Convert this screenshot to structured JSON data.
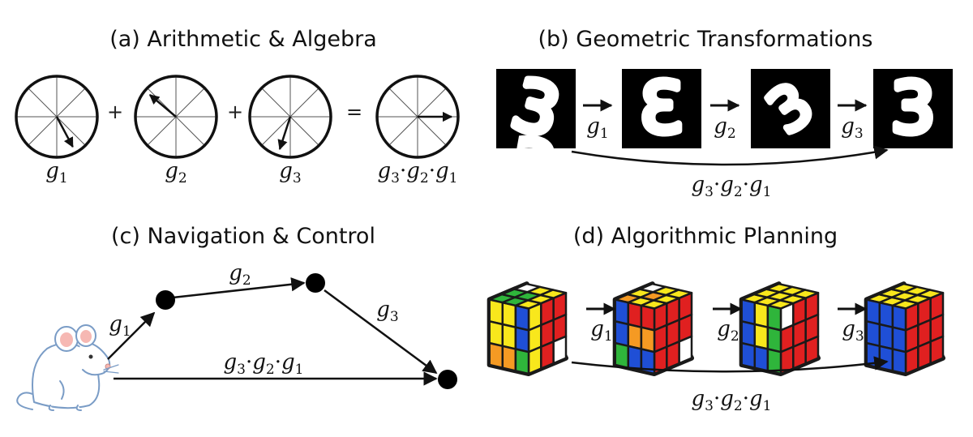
{
  "panels": {
    "a": {
      "title": "(a) Arithmetic & Algebra",
      "ops": [
        "+",
        "+",
        "="
      ],
      "labels": [
        {
          "base": "g",
          "sub": "1"
        },
        {
          "base": "g",
          "sub": "2"
        },
        {
          "base": "g",
          "sub": "3"
        }
      ],
      "result": [
        {
          "base": "g",
          "sub": "3"
        },
        {
          "base": "g",
          "sub": "2"
        },
        {
          "base": "g",
          "sub": "1"
        }
      ]
    },
    "b": {
      "title": "(b) Geometric Transformations",
      "digit": "3",
      "steps": [
        {
          "base": "g",
          "sub": "1"
        },
        {
          "base": "g",
          "sub": "2"
        },
        {
          "base": "g",
          "sub": "3"
        }
      ],
      "composite": [
        {
          "base": "g",
          "sub": "3"
        },
        {
          "base": "g",
          "sub": "2"
        },
        {
          "base": "g",
          "sub": "1"
        }
      ]
    },
    "c": {
      "title": "(c) Navigation & Control",
      "steps": [
        {
          "base": "g",
          "sub": "1"
        },
        {
          "base": "g",
          "sub": "2"
        },
        {
          "base": "g",
          "sub": "3"
        }
      ],
      "composite": [
        {
          "base": "g",
          "sub": "3"
        },
        {
          "base": "g",
          "sub": "2"
        },
        {
          "base": "g",
          "sub": "1"
        }
      ]
    },
    "d": {
      "title": "(d) Algorithmic Planning",
      "steps": [
        {
          "base": "g",
          "sub": "1"
        },
        {
          "base": "g",
          "sub": "2"
        },
        {
          "base": "g",
          "sub": "3"
        }
      ],
      "composite": [
        {
          "base": "g",
          "sub": "3"
        },
        {
          "base": "g",
          "sub": "2"
        },
        {
          "base": "g",
          "sub": "1"
        }
      ]
    }
  },
  "symbols": {
    "compose": "·"
  },
  "colors": {
    "ink": "#111111",
    "cube_edge": "#1a1a1a",
    "mouse_outline": "#7a9cc6",
    "mouse_ear": "#f6b8b3",
    "yellow": "#f8e71c",
    "green": "#2fb53b",
    "orange": "#f59a23",
    "blue": "#1f4fd6",
    "red": "#e02020",
    "white": "#ffffff"
  },
  "icons": {
    "mouse": "mouse-icon",
    "cube": "rubiks-cube-icon",
    "digit": "handwritten-digit-image"
  }
}
